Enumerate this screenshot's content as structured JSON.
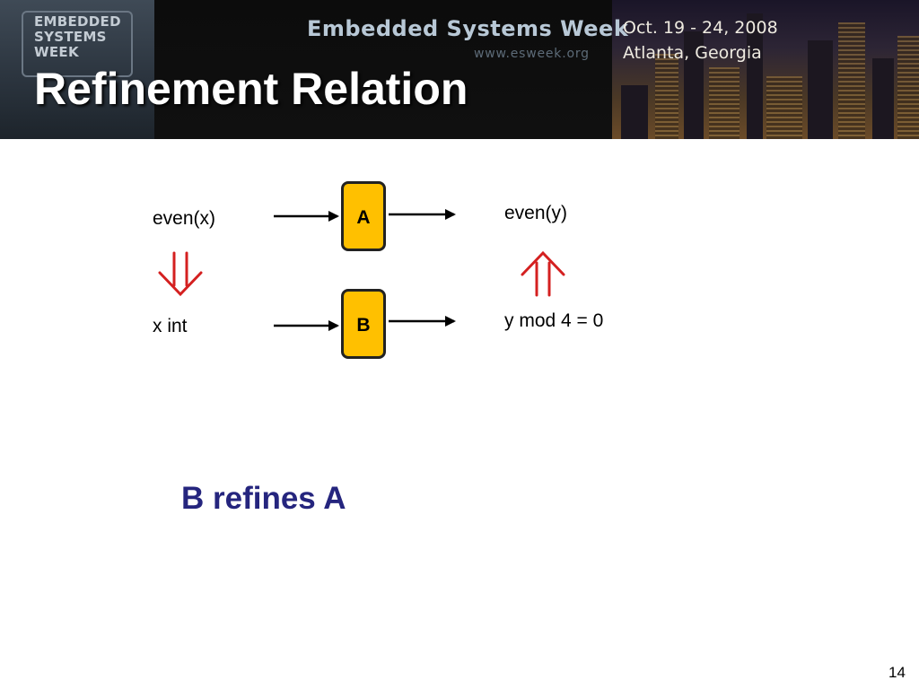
{
  "banner": {
    "logo_lines": [
      "EMBEDDED",
      "SYSTEMS",
      "WEEK"
    ],
    "event_name": "Embedded Systems Week",
    "url": "www.esweek.org",
    "dates": "Oct. 19 - 24, 2008",
    "location": "Atlanta, Georgia"
  },
  "slide": {
    "title": "Refinement Relation",
    "conclusion": "B refines A",
    "page_number": "14"
  },
  "diagram": {
    "top_input_label": "even(x)",
    "top_output_label": "even(y)",
    "bottom_input_label": "x int",
    "bottom_output_label": "y mod 4 = 0",
    "box_a_label": "A",
    "box_b_label": "B",
    "implication_color": "#d42020",
    "box_color": "#ffc000",
    "conclusion_color": "#25257e"
  }
}
